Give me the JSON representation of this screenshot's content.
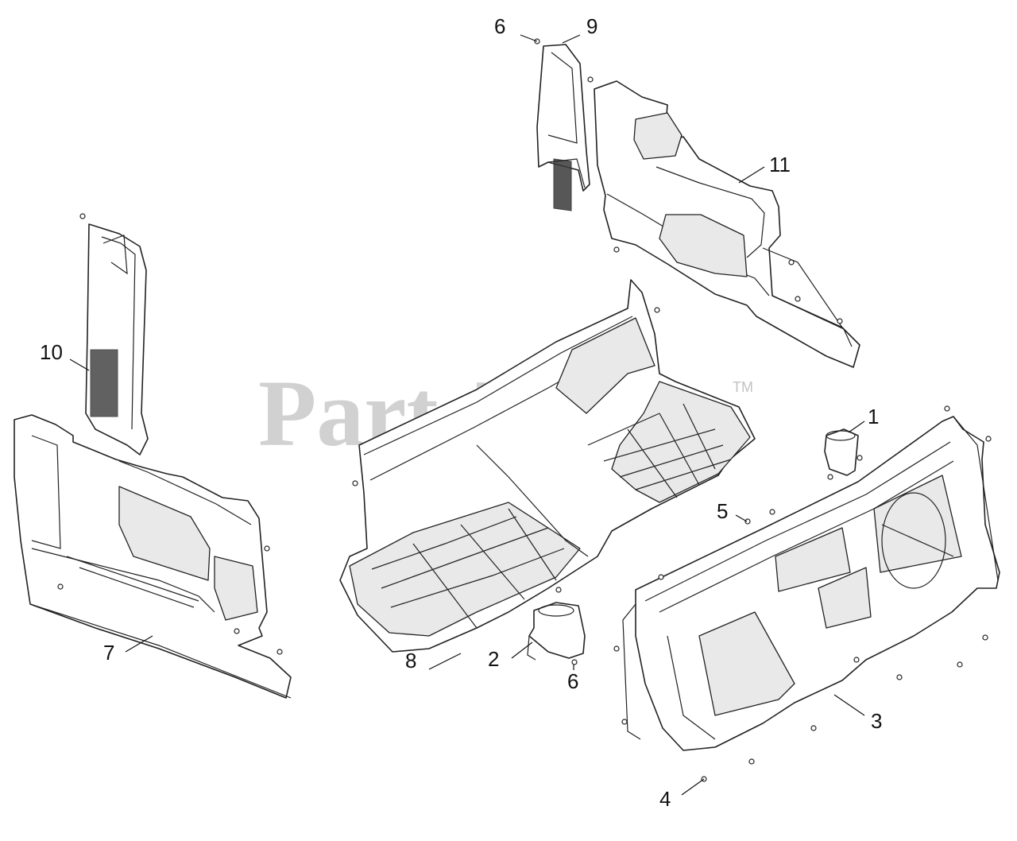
{
  "watermark": {
    "brand": "PartsTree",
    "trademark": "TM"
  },
  "callouts": [
    {
      "id": "c1",
      "label": "1"
    },
    {
      "id": "c2",
      "label": "2"
    },
    {
      "id": "c3",
      "label": "3"
    },
    {
      "id": "c4",
      "label": "4"
    },
    {
      "id": "c5",
      "label": "5"
    },
    {
      "id": "c6a",
      "label": "6"
    },
    {
      "id": "c6b",
      "label": "6"
    },
    {
      "id": "c7",
      "label": "7"
    },
    {
      "id": "c8",
      "label": "8"
    },
    {
      "id": "c9",
      "label": "9"
    },
    {
      "id": "c10",
      "label": "10"
    },
    {
      "id": "c11",
      "label": "11"
    }
  ]
}
